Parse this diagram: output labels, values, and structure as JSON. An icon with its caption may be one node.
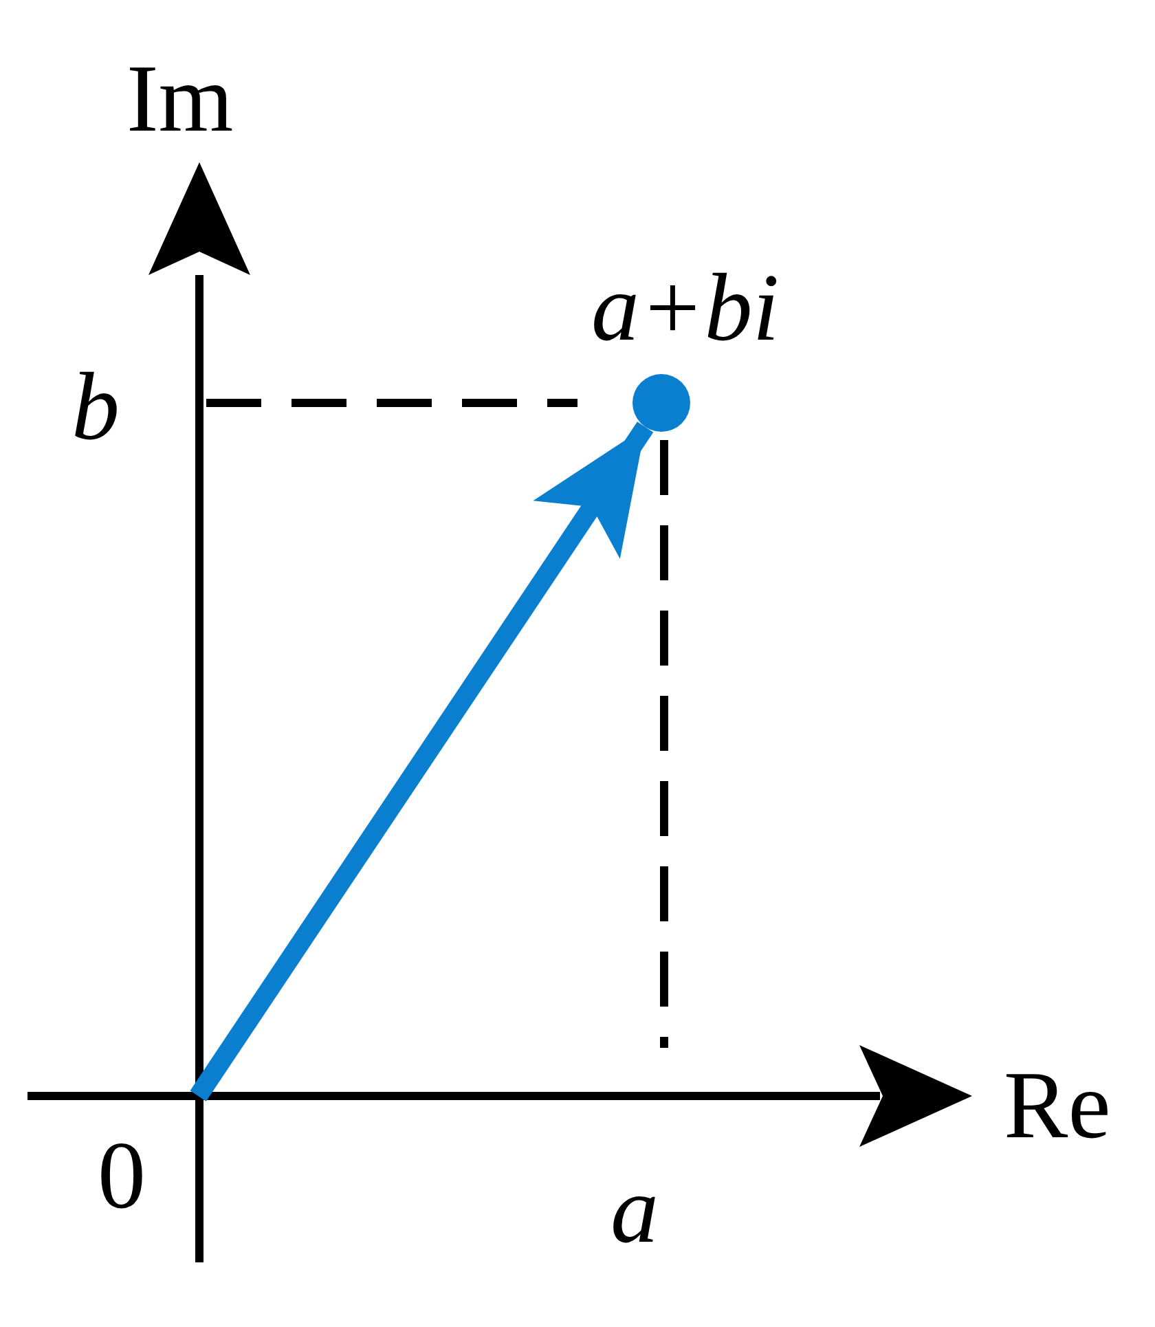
{
  "diagram": {
    "nodes": [
      {
        "text": [
          "0"
        ]
      },
      {
        "text": [],
        "shape": "circle",
        "beside": [
          "a+bi"
        ]
      }
    ],
    "edges": [
      {
        "from": 0,
        "to": 1,
        "arrow": "to"
      }
    ],
    "labels": [
      "Im",
      "b",
      "Re",
      "a"
    ]
  }
}
